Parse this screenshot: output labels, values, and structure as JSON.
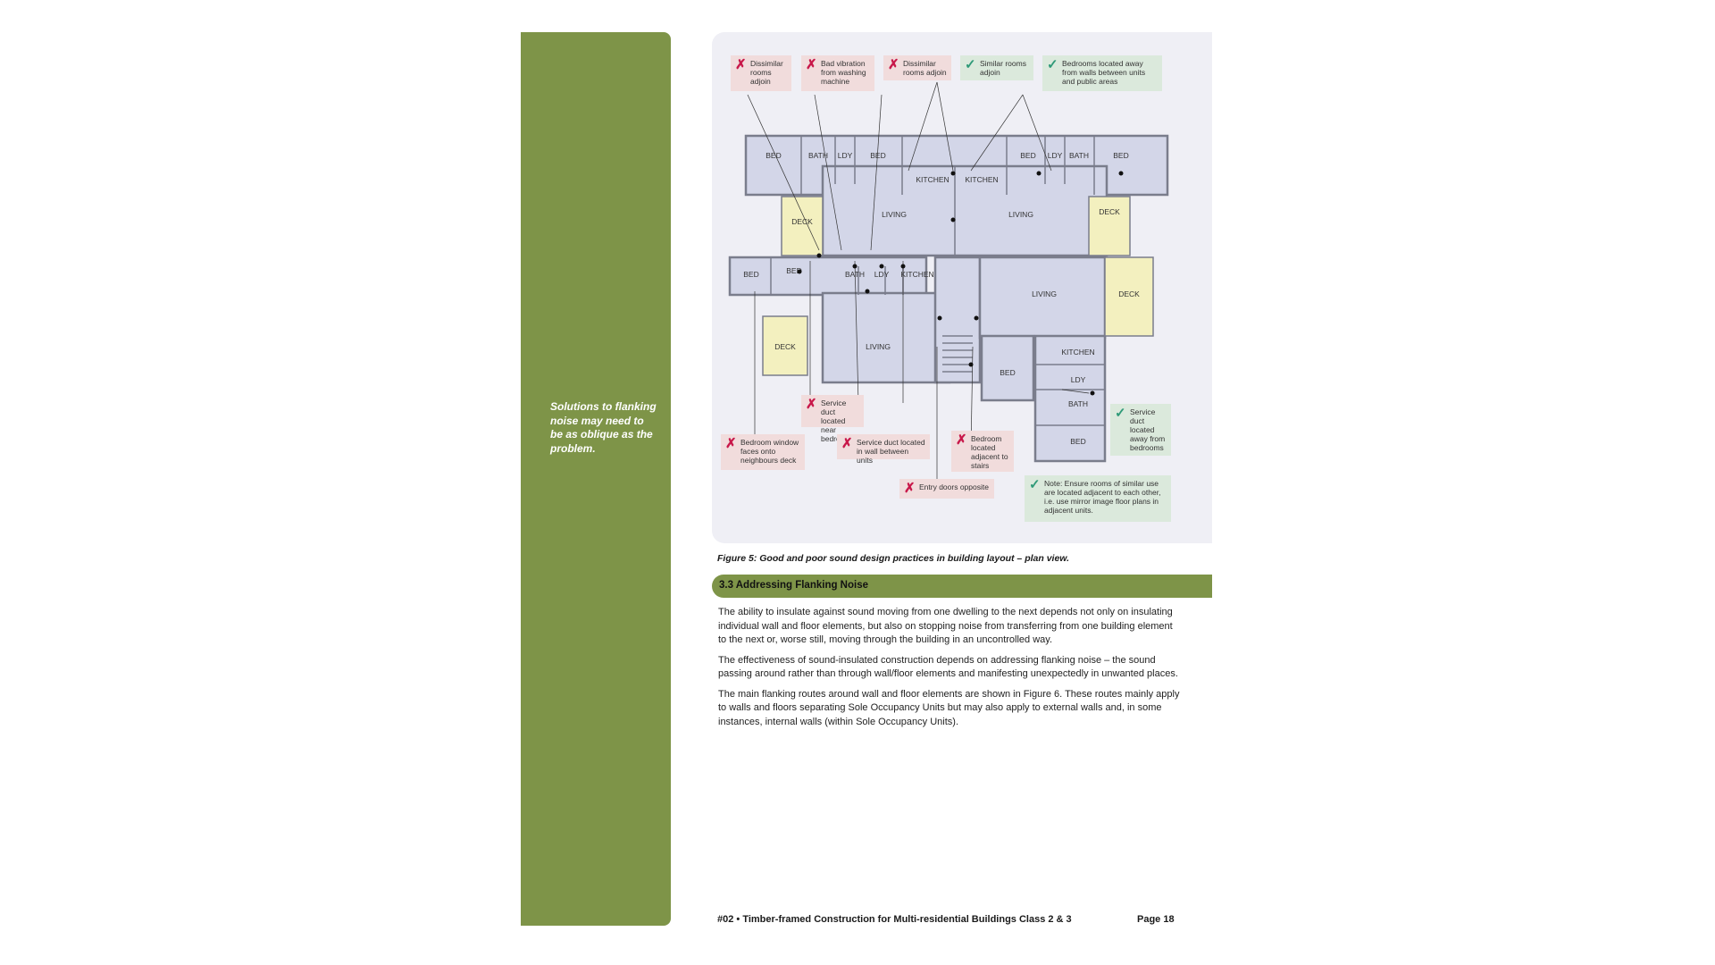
{
  "sidebar": {
    "note": "Solutions to flanking noise may need to be as oblique as the problem."
  },
  "figure": {
    "caption": "Figure 5: Good and poor sound design practices in building layout – plan view.",
    "rooms": {
      "bed": "BED",
      "bath": "BATH",
      "ldy": "LDY",
      "kitchen": "KITCHEN",
      "living": "LIVING",
      "deck": "DECK"
    },
    "callouts": [
      {
        "type": "bad",
        "text": "Dissimilar rooms adjoin"
      },
      {
        "type": "bad",
        "text": "Bad vibration from washing machine"
      },
      {
        "type": "bad",
        "text": "Dissimilar rooms adjoin"
      },
      {
        "type": "good",
        "text": "Similar rooms adjoin"
      },
      {
        "type": "good",
        "text": "Bedrooms located away from walls between units and public areas"
      },
      {
        "type": "bad",
        "text": "Service duct located near bedroom"
      },
      {
        "type": "good",
        "text": "Service duct located away from bedrooms"
      },
      {
        "type": "bad",
        "text": "Bedroom window faces onto neighbours deck"
      },
      {
        "type": "bad",
        "text": "Service duct located in wall between units"
      },
      {
        "type": "bad",
        "text": "Bedroom located adjacent to stairs"
      },
      {
        "type": "bad",
        "text": "Entry doors opposite"
      },
      {
        "type": "good",
        "text": "Note: Ensure rooms of similar use are located adjacent to each other, i.e. use mirror image floor plans in adjacent units."
      }
    ],
    "marks": {
      "bad": "✗",
      "good": "✓"
    },
    "colors": {
      "room_fill": "#d3d6e8",
      "deck_fill": "#f3f0bf",
      "wall": "#7a7d8c",
      "bad_bg": "#f1dcdc",
      "good_bg": "#dbe9dc",
      "bad_mark": "#c8184a",
      "good_mark": "#2f9a78"
    }
  },
  "section": {
    "title": "3.3 Addressing Flanking Noise",
    "paragraphs": [
      "The ability to insulate against sound moving from one dwelling to the next depends not only on insulating individual wall and floor elements, but also on stopping noise from transferring from one building element to the next or, worse still, moving through the building in an uncontrolled way.",
      "The effectiveness of sound-insulated construction depends on addressing flanking noise – the sound passing around rather than through wall/floor elements and manifesting unexpectedly in unwanted places.",
      "The main flanking routes around wall and floor elements are shown in Figure 6. These routes mainly apply to walls and floors separating Sole Occupancy Units but may also apply to external walls and, in some instances, internal walls (within Sole Occupancy Units)."
    ]
  },
  "footer": {
    "title": "#02 • Timber-framed Construction for Multi-residential Buildings Class 2 & 3",
    "page": "Page 18"
  }
}
